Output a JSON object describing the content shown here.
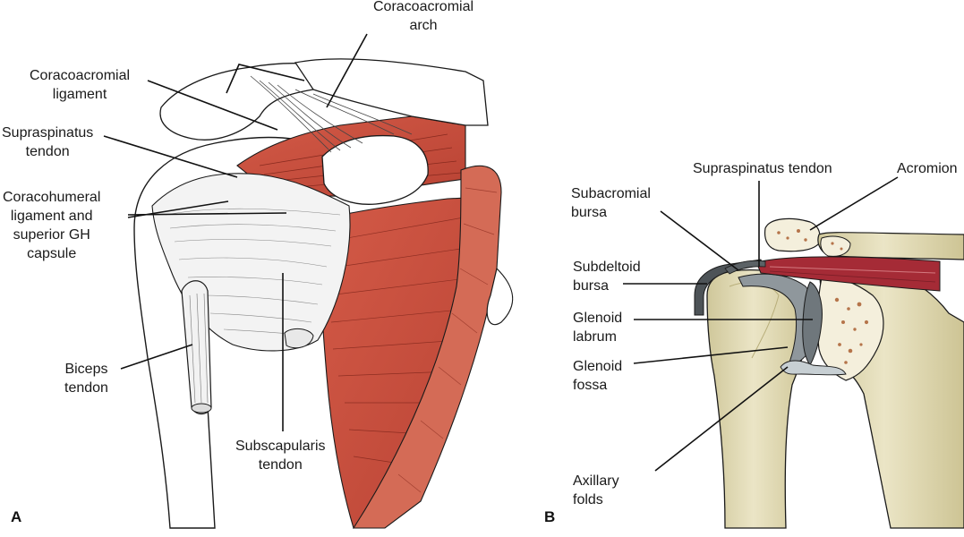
{
  "panel_a": {
    "letter": "A",
    "labels": {
      "coracoacromial_arch": [
        "Coracoacromial",
        "arch"
      ],
      "coracoacromial_ligament": [
        "Coracoacromial",
        "ligament"
      ],
      "supraspinatus_tendon": [
        "Supraspinatus",
        "tendon"
      ],
      "coracohumeral": [
        "Coracohumeral",
        "ligament and",
        "superior GH",
        "capsule"
      ],
      "biceps_tendon": [
        "Biceps",
        "tendon"
      ],
      "subscapularis_tendon": [
        "Subscapularis",
        "tendon"
      ]
    }
  },
  "panel_b": {
    "letter": "B",
    "labels": {
      "supraspinatus_tendon": "Supraspinatus tendon",
      "acromion": "Acromion",
      "subacromial_bursa": [
        "Subacromial",
        "bursa"
      ],
      "subdeltoid_bursa": [
        "Subdeltoid",
        "bursa"
      ],
      "glenoid_labrum": [
        "Glenoid",
        "labrum"
      ],
      "glenoid_fossa": [
        "Glenoid",
        "fossa"
      ],
      "axillary_folds": [
        "Axillary",
        "folds"
      ]
    }
  },
  "colors": {
    "muscle": "#c8503f",
    "muscle_light": "#e69a86",
    "bone": "#e3dcb8",
    "bone_shade": "#c9c08f",
    "cartilage": "#8f979c",
    "bursa": "#4d5357",
    "tendon_red": "#a52b36",
    "marrow": "#b5744a",
    "outline": "#1a1a1a"
  }
}
